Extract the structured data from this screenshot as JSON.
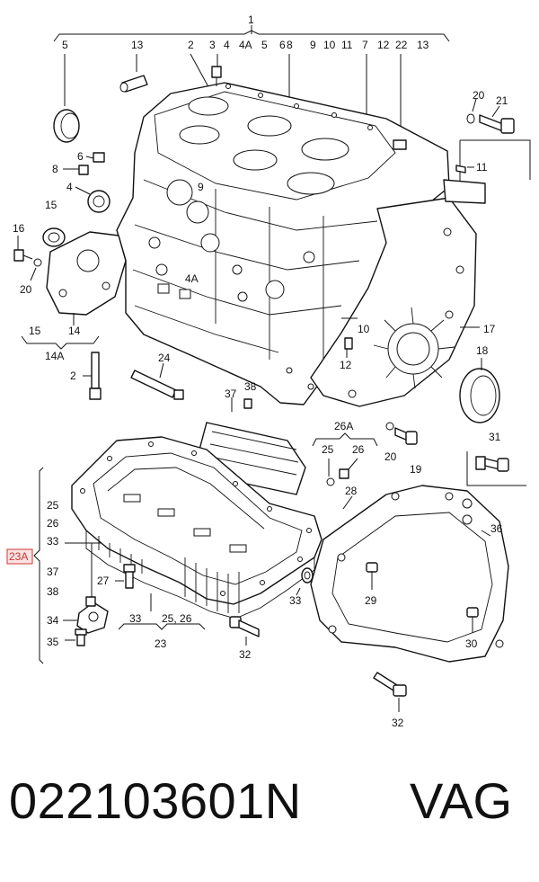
{
  "header": {
    "group_label": "1",
    "top_row": [
      "5",
      "13",
      "2",
      "3",
      "4",
      "4A",
      "5",
      "6",
      "8",
      "9",
      "10",
      "11",
      "7",
      "12",
      "22",
      "13"
    ]
  },
  "callouts": [
    {
      "id": "c-20a",
      "text": "20"
    },
    {
      "id": "c-21",
      "text": "21"
    },
    {
      "id": "c-6",
      "text": "6"
    },
    {
      "id": "c-8",
      "text": "8"
    },
    {
      "id": "c-4",
      "text": "4"
    },
    {
      "id": "c-9",
      "text": "9"
    },
    {
      "id": "c-11",
      "text": "11"
    },
    {
      "id": "c-15",
      "text": "15"
    },
    {
      "id": "c-16",
      "text": "16"
    },
    {
      "id": "c-20b",
      "text": "20"
    },
    {
      "id": "c-4a",
      "text": "4A"
    },
    {
      "id": "c-10",
      "text": "10"
    },
    {
      "id": "c-17",
      "text": "17"
    },
    {
      "id": "c-18",
      "text": "18"
    },
    {
      "id": "c-12",
      "text": "12"
    },
    {
      "id": "c-15b",
      "text": "15"
    },
    {
      "id": "c-14",
      "text": "14"
    },
    {
      "id": "c-14a",
      "text": "14A"
    },
    {
      "id": "c-2",
      "text": "2"
    },
    {
      "id": "c-24",
      "text": "24"
    },
    {
      "id": "c-37",
      "text": "37"
    },
    {
      "id": "c-38",
      "text": "38"
    },
    {
      "id": "c-26a",
      "text": "26A"
    },
    {
      "id": "c-25",
      "text": "25"
    },
    {
      "id": "c-26",
      "text": "26"
    },
    {
      "id": "c-20c",
      "text": "20"
    },
    {
      "id": "c-19",
      "text": "19"
    },
    {
      "id": "c-31",
      "text": "31"
    },
    {
      "id": "c-28",
      "text": "28"
    },
    {
      "id": "c-36",
      "text": "36"
    },
    {
      "id": "c-29",
      "text": "29"
    },
    {
      "id": "c-30",
      "text": "30"
    },
    {
      "id": "c-33b",
      "text": "33"
    },
    {
      "id": "c-27",
      "text": "27"
    },
    {
      "id": "c-32a",
      "text": "32"
    },
    {
      "id": "c-32b",
      "text": "32"
    },
    {
      "id": "c-33c",
      "text": "33"
    },
    {
      "id": "c-2526",
      "text": "25, 26"
    },
    {
      "id": "c-23",
      "text": "23"
    },
    {
      "id": "c-34",
      "text": "34"
    },
    {
      "id": "c-35",
      "text": "35"
    }
  ],
  "side_group": {
    "items": [
      "25",
      "26",
      "33",
      "37",
      "38"
    ],
    "highlight": "23A",
    "highlight_color": "#c33333"
  },
  "footer": {
    "part_number": "022103601N",
    "brand": "VAG"
  }
}
